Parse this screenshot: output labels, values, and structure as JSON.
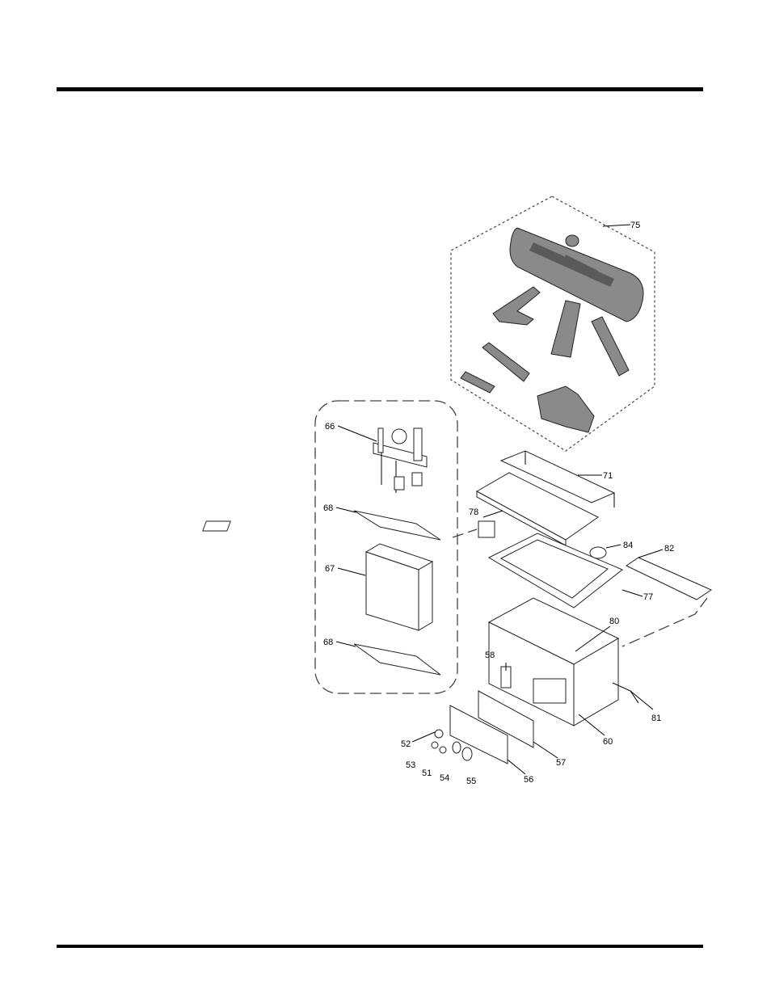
{
  "diagram": {
    "callouts": [
      {
        "id": "75",
        "text": "75"
      },
      {
        "id": "66",
        "text": "66"
      },
      {
        "id": "68a",
        "text": "68"
      },
      {
        "id": "67",
        "text": "67"
      },
      {
        "id": "68b",
        "text": "68"
      },
      {
        "id": "71",
        "text": "71"
      },
      {
        "id": "78",
        "text": "78"
      },
      {
        "id": "84",
        "text": "84"
      },
      {
        "id": "82",
        "text": "82"
      },
      {
        "id": "77",
        "text": "77"
      },
      {
        "id": "80",
        "text": "80"
      },
      {
        "id": "58",
        "text": "58"
      },
      {
        "id": "81",
        "text": "81"
      },
      {
        "id": "60",
        "text": "60"
      },
      {
        "id": "57",
        "text": "57"
      },
      {
        "id": "56",
        "text": "56"
      },
      {
        "id": "52",
        "text": "52"
      },
      {
        "id": "53",
        "text": "53"
      },
      {
        "id": "51",
        "text": "51"
      },
      {
        "id": "54",
        "text": "54"
      },
      {
        "id": "55",
        "text": "55"
      }
    ]
  }
}
